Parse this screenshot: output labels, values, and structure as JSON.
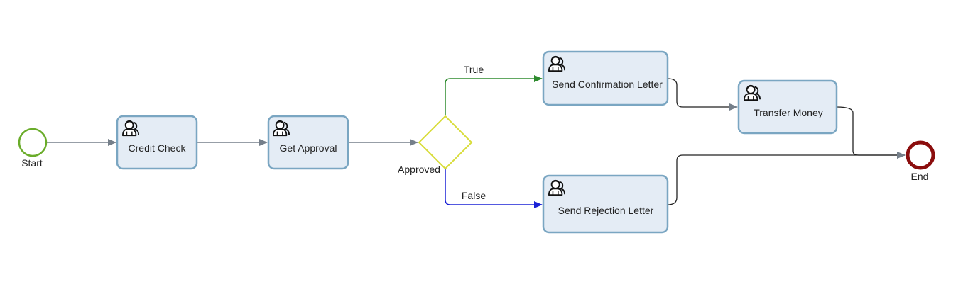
{
  "diagram": {
    "colors": {
      "task_fill": "#e4ecf5",
      "task_stroke": "#7aa6c2",
      "start_stroke": "#6aac2a",
      "end_stroke": "#8b0d0d",
      "gateway_stroke": "#d8dc3a",
      "flow": "#757f8a",
      "true_flow": "#2e8b2e",
      "false_flow": "#1a22d6",
      "dark_flow": "#222222"
    },
    "events": {
      "start_label": "Start",
      "end_label": "End"
    },
    "tasks": {
      "credit_check": "Credit Check",
      "get_approval": "Get Approval",
      "send_confirmation": "Send Confirmation Letter",
      "send_rejection": "Send Rejection Letter",
      "transfer_money": "Transfer Money"
    },
    "task_icon": "user-task-icon",
    "gateway": {
      "label": "Approved"
    },
    "flows": {
      "true_label": "True",
      "false_label": "False"
    }
  }
}
